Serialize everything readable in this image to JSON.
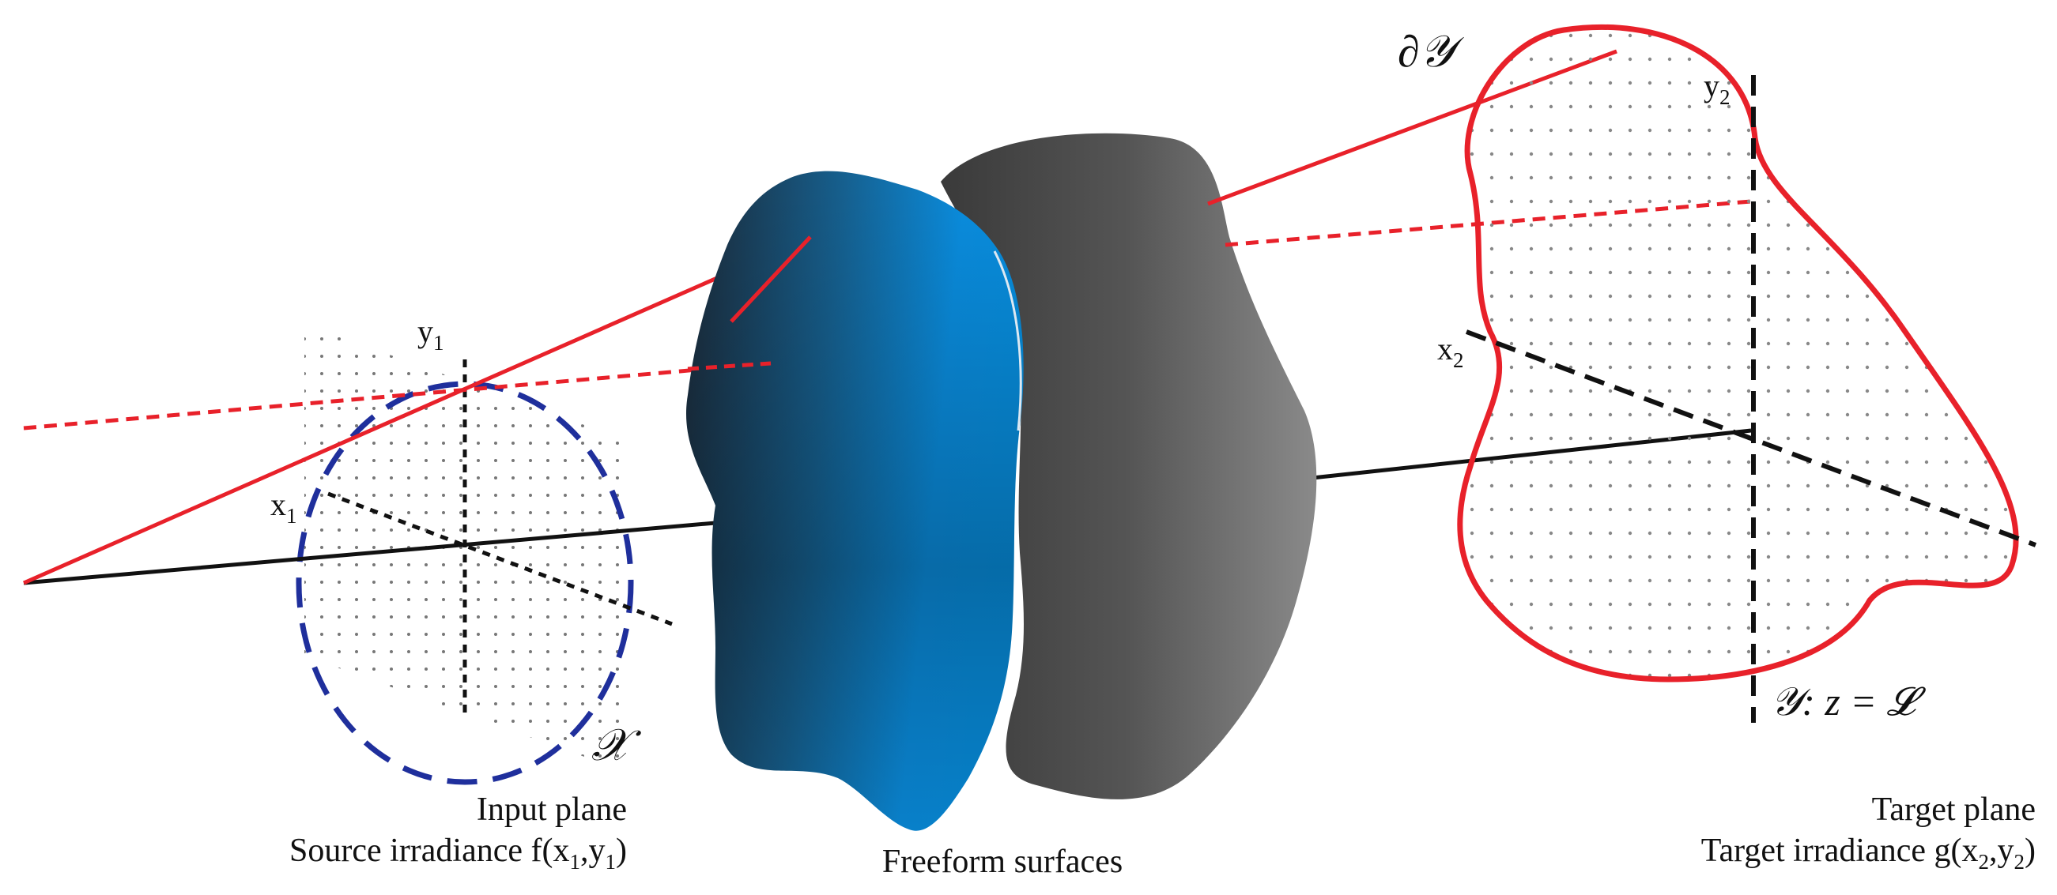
{
  "input_plane": {
    "axis_x_label": "x",
    "axis_x_sub": "1",
    "axis_y_label": "y",
    "axis_y_sub": "1",
    "domain_symbol": "𝒳",
    "caption_line1": "Input plane",
    "caption_line2_prefix": "Source irradiance f(x",
    "caption_line2_sub1": "1",
    "caption_line2_mid": ",y",
    "caption_line2_sub2": "1",
    "caption_line2_suffix": ")"
  },
  "freeform": {
    "caption": "Freeform surfaces"
  },
  "target_plane": {
    "boundary_symbol": "∂𝒴",
    "axis_x_label": "x",
    "axis_x_sub": "2",
    "axis_y_label": "y",
    "axis_y_sub": "2",
    "plane_equation": "𝒴: z = 𝓛",
    "caption_line1": "Target plane",
    "caption_line2_prefix": "Target irradiance g(x",
    "caption_line2_sub1": "2",
    "caption_line2_mid": ",y",
    "caption_line2_sub2": "2",
    "caption_line2_suffix": ")"
  },
  "colors": {
    "ray": "#e8212a",
    "axis": "#111111",
    "source_domain": "#1f2f9c",
    "lens_front": "#1a8fd8",
    "lens_back": "#6e6e6e",
    "target_boundary": "#e8212a"
  }
}
